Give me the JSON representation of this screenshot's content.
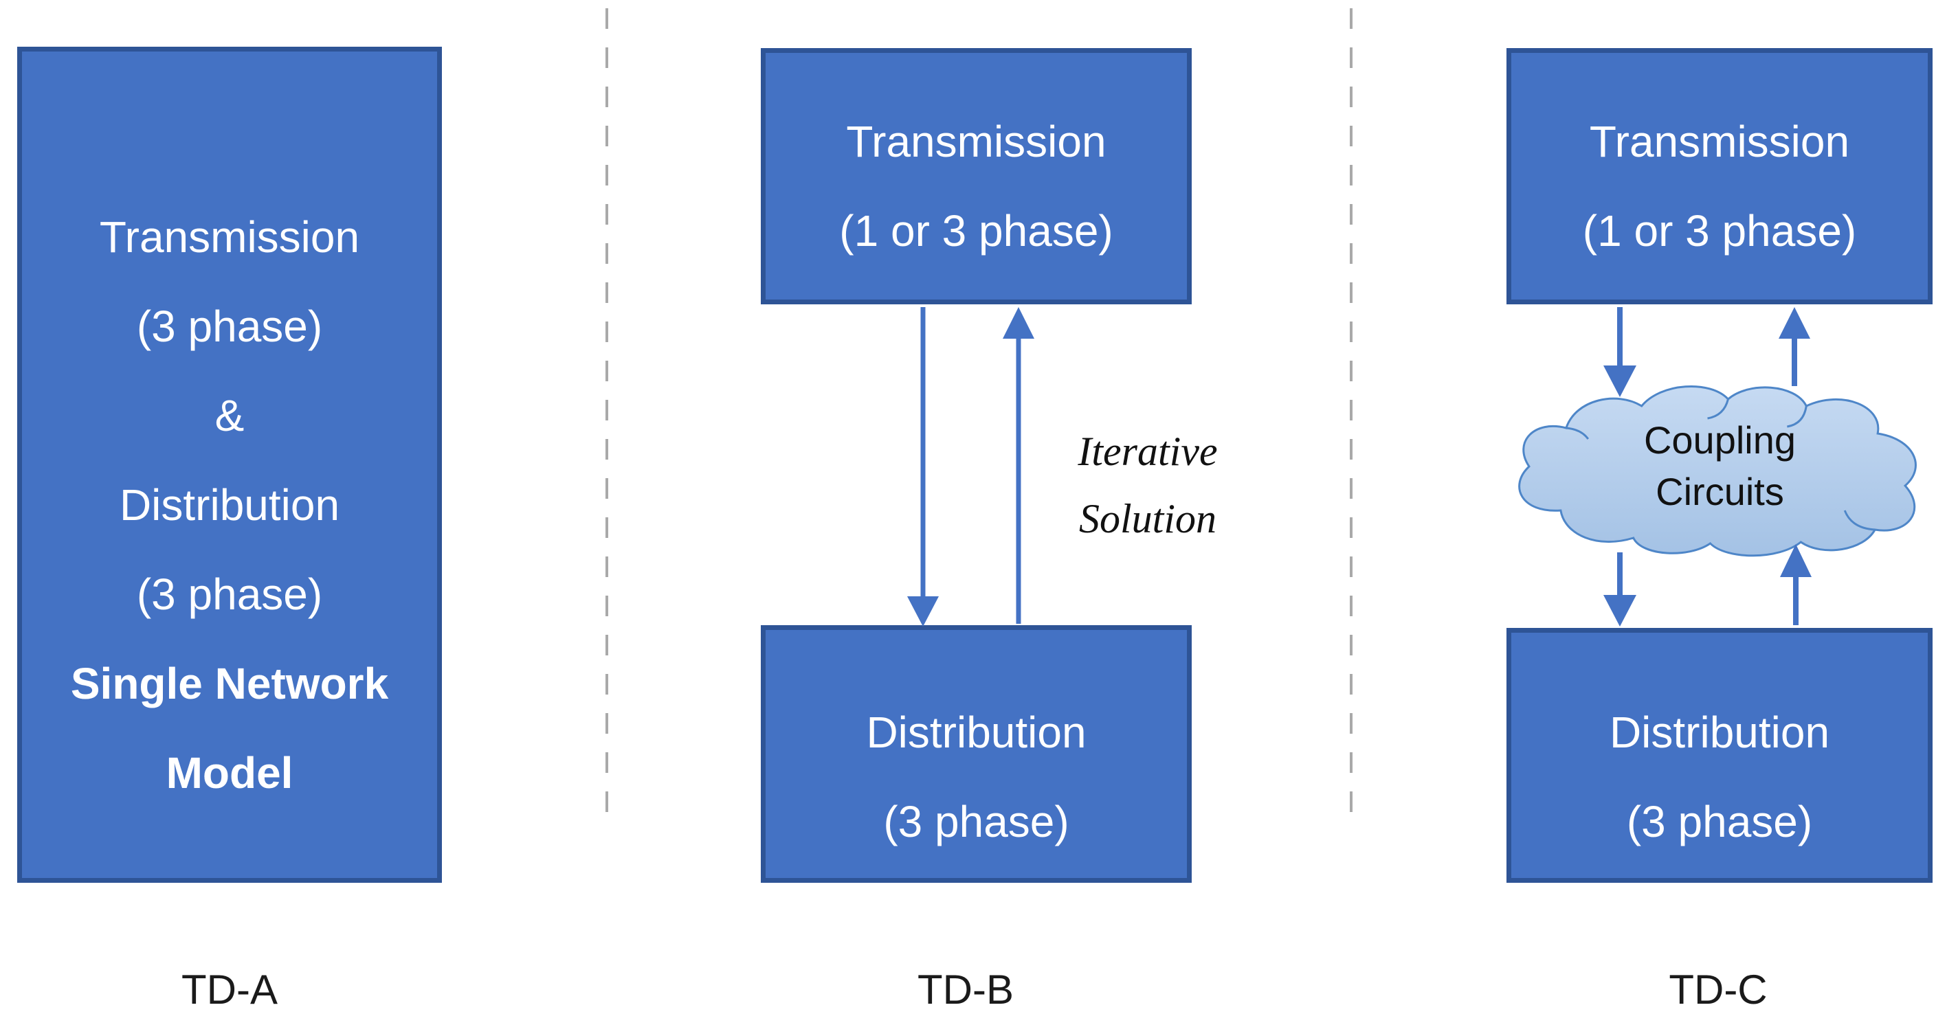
{
  "figure": {
    "description": "Three transmission-distribution interface architectures",
    "panels": [
      {
        "label": "TD-A",
        "box": {
          "lines": [
            "Transmission",
            "(3 phase)",
            "&",
            "Distribution",
            "(3 phase)",
            "Single Network",
            "Model"
          ]
        }
      },
      {
        "label": "TD-B",
        "transmission": {
          "lines": [
            "Transmission",
            "(1 or 3 phase)"
          ]
        },
        "distribution": {
          "lines": [
            "Distribution",
            "(3 phase)"
          ]
        },
        "annotation": {
          "lines": [
            "Iterative",
            "Solution"
          ]
        }
      },
      {
        "label": "TD-C",
        "transmission": {
          "lines": [
            "Transmission",
            "(1 or 3 phase)"
          ]
        },
        "distribution": {
          "lines": [
            "Distribution",
            "(3 phase)"
          ]
        },
        "cloud": {
          "lines": [
            "Coupling",
            "Circuits"
          ]
        }
      }
    ],
    "colors": {
      "box_fill": "#4472c4",
      "box_border": "#2e5496",
      "box_text": "#ffffff",
      "arrow": "#4472c4",
      "cloud_fill_top": "#c6daf2",
      "cloud_fill_bottom": "#a4c2e5",
      "cloud_border": "#4e86c8",
      "divider": "#a9a9a9",
      "label_text": "#1a1a1a"
    }
  }
}
